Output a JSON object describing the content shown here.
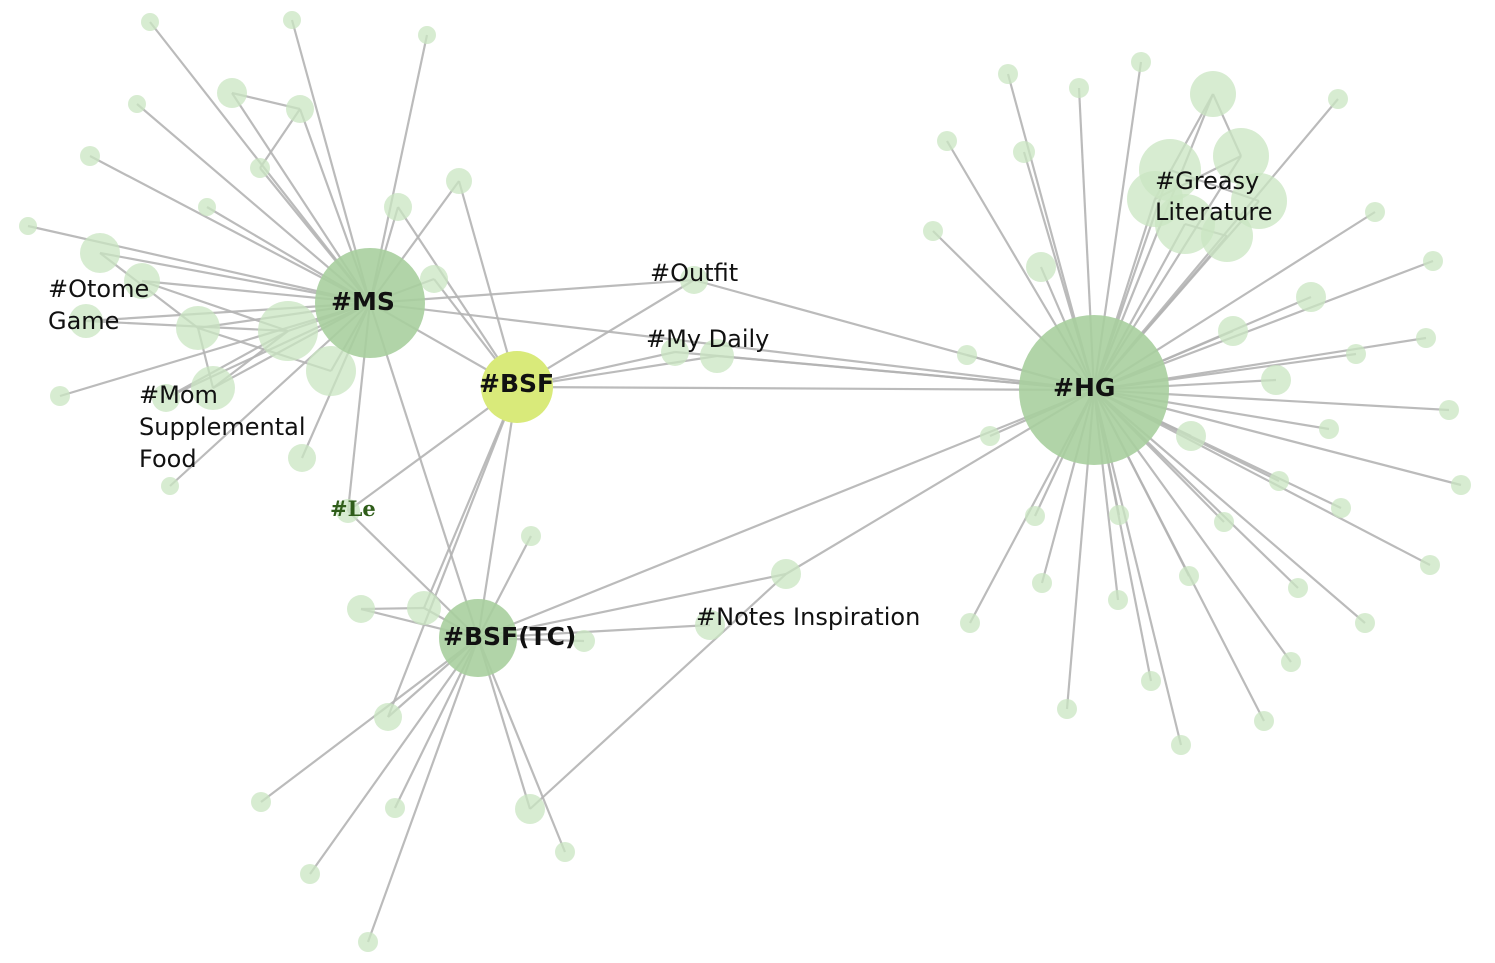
{
  "hubs": {
    "ms": "#MS",
    "bsf": "#BSF",
    "hg": "#HG",
    "bsftc": "#BSF(TC)"
  },
  "tags": {
    "otome_1": "#Otome",
    "otome_2": "Game",
    "mom_1": "#Mom",
    "mom_2": "Supplemental",
    "mom_3": "Food",
    "le": "#Le",
    "outfit": "#Outfit",
    "mydaily": "#My Daily",
    "notes": "#Notes Inspiration",
    "greasy_1": "#Greasy",
    "greasy_2": "Literature"
  },
  "colors": {
    "hub": "#a9cf9e",
    "leaf": "#c9e6c1",
    "highlight": "#d9ea7a",
    "edge": "#b4b4b4"
  }
}
